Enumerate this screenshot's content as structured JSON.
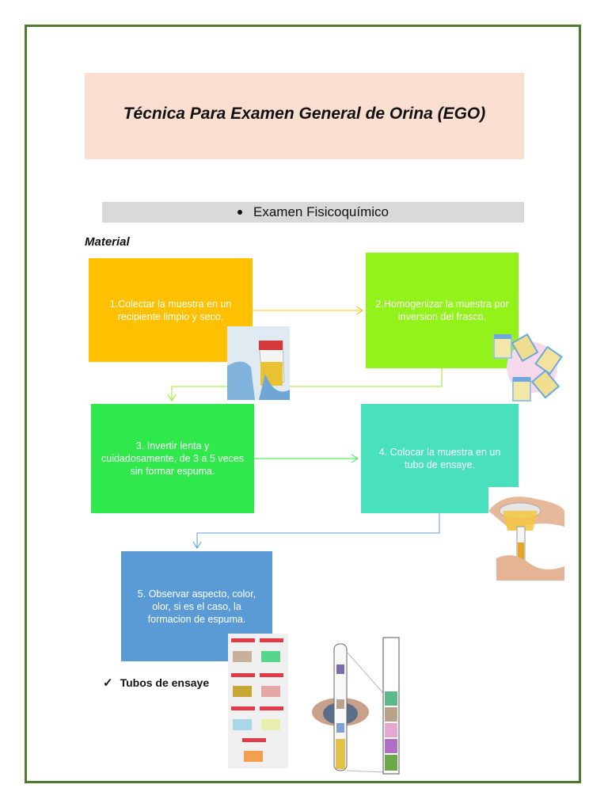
{
  "title": "Técnica Para Examen General de Orina (EGO)",
  "subheading": "Examen Fisicoquímico",
  "section_label": "Material",
  "steps": [
    {
      "text": "1.Colectar la muestra en un recipiente limpio y seco."
    },
    {
      "text": "2.Homogenizar la muestra por inversion del frasco."
    },
    {
      "text": "3. Invertir lenta y cuidadosamente, de 3 a 5 veces sin formar espuma."
    },
    {
      "text": "4. Colocar la muestra en un tubo de ensaye."
    },
    {
      "text": "5. Observar aspecto, color, olor, si es el caso, la formacion de espuma."
    }
  ],
  "checklist": [
    {
      "label": "Tubos de ensaye"
    }
  ],
  "colors": {
    "frame": "#4e7a2c",
    "title_bg": "#fadfd1",
    "step1": "#ffc000",
    "step2": "#92f21a",
    "step3": "#2fe84c",
    "step4": "#48e0bd",
    "step5": "#5b9bd5"
  }
}
